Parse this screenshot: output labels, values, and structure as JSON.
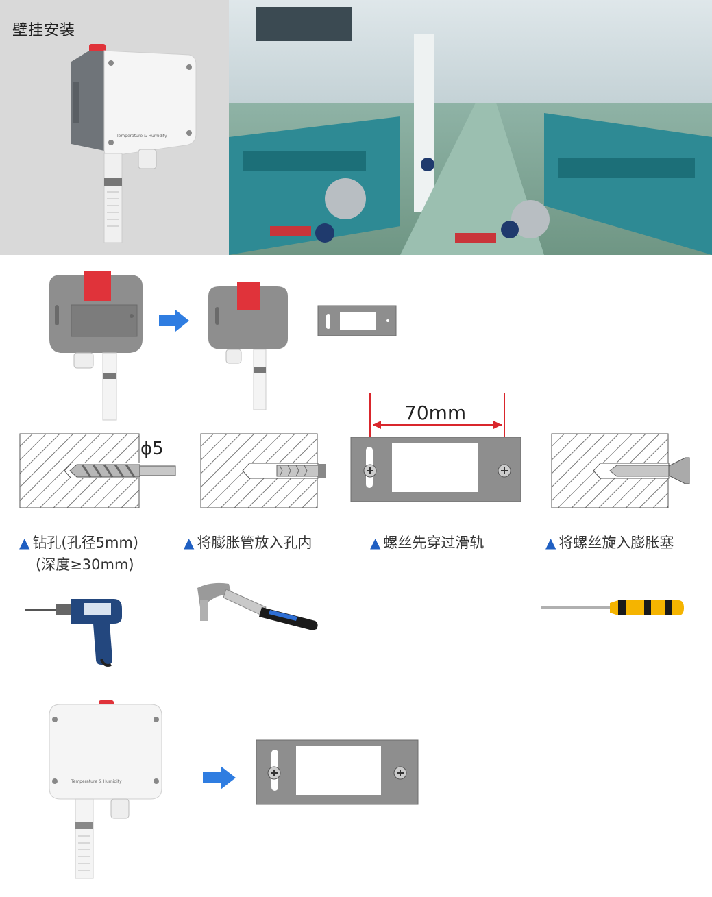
{
  "hero": {
    "title": "壁挂安装",
    "device_label": "Temperature & Humidity"
  },
  "steps": [
    {
      "prefix": "▲",
      "label": "钻孔(孔径5mm)",
      "sub": "(深度≥30mm)",
      "tool": "drill-icon"
    },
    {
      "prefix": "▲",
      "label": "将膨胀管放入孔内",
      "tool": "hammer-icon"
    },
    {
      "prefix": "▲",
      "label": "螺丝先穿过滑轨"
    },
    {
      "prefix": "▲",
      "label": "将螺丝旋入膨胀塞",
      "tool": "screwdriver-icon"
    }
  ],
  "dimensions": {
    "drill_diameter": "ϕ5",
    "rail_spacing": "70mm"
  },
  "colors": {
    "arrow": "#2f7de1",
    "triangle": "#1f5fc2",
    "clip": "#e0333a",
    "bracket": "#8e8e8e",
    "dimension_line": "#d9262c"
  }
}
